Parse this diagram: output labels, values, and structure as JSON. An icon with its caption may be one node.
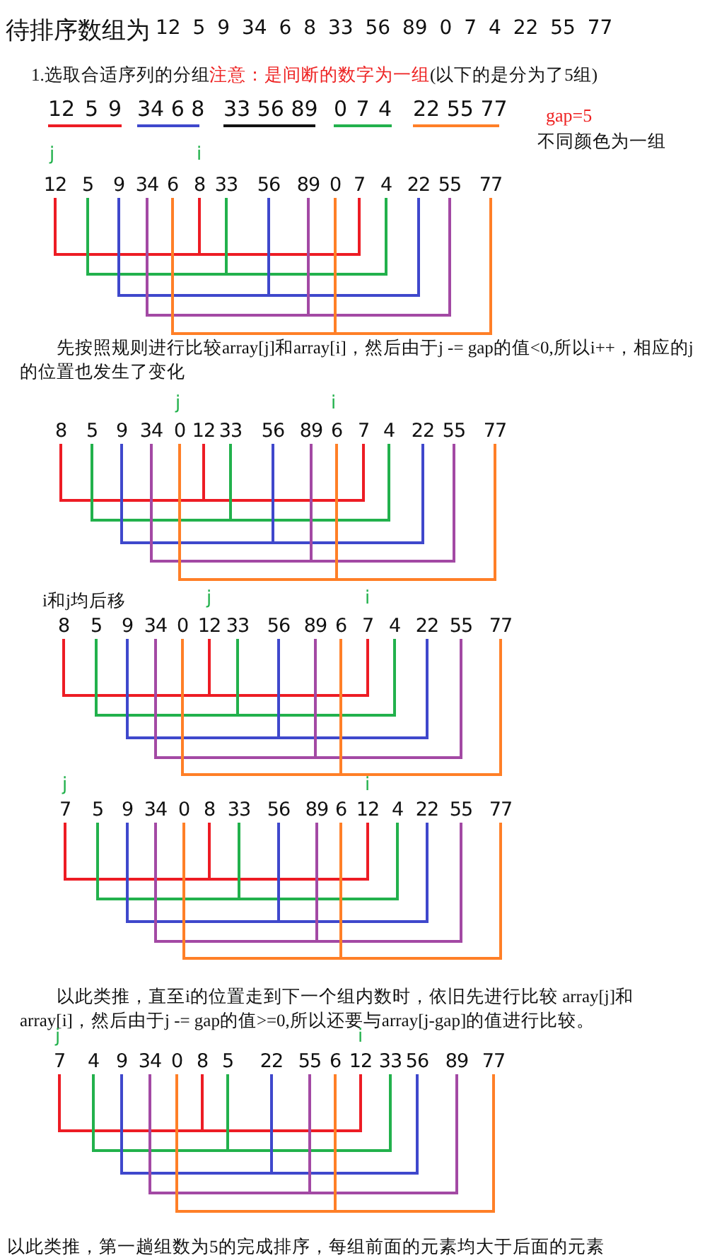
{
  "diagram": {
    "title": "待排序数组为",
    "nodes": [
      {
        "text": [
          "12"
        ]
      },
      {
        "text": [
          "5"
        ]
      },
      {
        "text": [
          "9"
        ]
      },
      {
        "text": [
          "34"
        ]
      },
      {
        "text": [
          "6"
        ]
      },
      {
        "text": [
          "8"
        ]
      },
      {
        "text": [
          "33"
        ]
      },
      {
        "text": [
          "56"
        ]
      },
      {
        "text": [
          "89"
        ]
      },
      {
        "text": [
          "0"
        ]
      },
      {
        "text": [
          "7"
        ]
      },
      {
        "text": [
          "4"
        ]
      },
      {
        "text": [
          "22"
        ]
      },
      {
        "text": [
          "55"
        ]
      },
      {
        "text": [
          "77"
        ]
      },
      {
        "text": [
          "8"
        ]
      },
      {
        "text": [
          "5"
        ]
      },
      {
        "text": [
          "9"
        ]
      },
      {
        "text": [
          "34"
        ]
      },
      {
        "text": [
          "0"
        ]
      },
      {
        "text": [
          "12"
        ]
      },
      {
        "text": [
          "33"
        ]
      },
      {
        "text": [
          "56"
        ]
      },
      {
        "text": [
          "89"
        ]
      },
      {
        "text": [
          "6"
        ]
      },
      {
        "text": [
          "7"
        ]
      },
      {
        "text": [
          "4"
        ]
      },
      {
        "text": [
          "22"
        ]
      },
      {
        "text": [
          "55"
        ]
      },
      {
        "text": [
          "77"
        ]
      },
      {
        "text": [
          "8"
        ]
      },
      {
        "text": [
          "5"
        ]
      },
      {
        "text": [
          "9"
        ]
      },
      {
        "text": [
          "34"
        ]
      },
      {
        "text": [
          "0"
        ]
      },
      {
        "text": [
          "12"
        ]
      },
      {
        "text": [
          "33"
        ]
      },
      {
        "text": [
          "56"
        ]
      },
      {
        "text": [
          "89"
        ]
      },
      {
        "text": [
          "6"
        ]
      },
      {
        "text": [
          "7"
        ]
      },
      {
        "text": [
          "4"
        ]
      },
      {
        "text": [
          "22"
        ]
      },
      {
        "text": [
          "55"
        ]
      },
      {
        "text": [
          "77"
        ]
      },
      {
        "text": [
          "7"
        ]
      },
      {
        "text": [
          "5"
        ]
      },
      {
        "text": [
          "9"
        ]
      },
      {
        "text": [
          "34"
        ]
      },
      {
        "text": [
          "0"
        ]
      },
      {
        "text": [
          "8"
        ]
      },
      {
        "text": [
          "33"
        ]
      },
      {
        "text": [
          "56"
        ]
      },
      {
        "text": [
          "89"
        ]
      },
      {
        "text": [
          "6"
        ]
      },
      {
        "text": [
          "12"
        ]
      },
      {
        "text": [
          "4"
        ]
      },
      {
        "text": [
          "22"
        ]
      },
      {
        "text": [
          "55"
        ]
      },
      {
        "text": [
          "77"
        ]
      },
      {
        "text": [
          "7"
        ]
      },
      {
        "text": [
          "4"
        ]
      },
      {
        "text": [
          "9"
        ]
      },
      {
        "text": [
          "34"
        ]
      },
      {
        "text": [
          "0"
        ]
      },
      {
        "text": [
          "8"
        ]
      },
      {
        "text": [
          "5"
        ]
      },
      {
        "text": [
          "22"
        ]
      },
      {
        "text": [
          "55"
        ]
      },
      {
        "text": [
          "6"
        ]
      },
      {
        "text": [
          "12"
        ]
      },
      {
        "text": [
          "33"
        ]
      },
      {
        "text": [
          "56"
        ]
      },
      {
        "text": [
          "89"
        ]
      },
      {
        "text": [
          "77"
        ]
      }
    ],
    "edges": [
      {
        "from": 0,
        "to": 5,
        "arrow": "none",
        "color": "#ed1c24"
      },
      {
        "from": 5,
        "to": 10,
        "arrow": "none",
        "color": "#ed1c24"
      },
      {
        "from": 1,
        "to": 6,
        "arrow": "none",
        "color": "#22b14c"
      },
      {
        "from": 6,
        "to": 11,
        "arrow": "none",
        "color": "#22b14c"
      },
      {
        "from": 2,
        "to": 7,
        "arrow": "none",
        "color": "#3f48cc"
      },
      {
        "from": 7,
        "to": 12,
        "arrow": "none",
        "color": "#3f48cc"
      },
      {
        "from": 3,
        "to": 8,
        "arrow": "none",
        "color": "#a349a4"
      },
      {
        "from": 8,
        "to": 13,
        "arrow": "none",
        "color": "#a349a4"
      },
      {
        "from": 4,
        "to": 9,
        "arrow": "none",
        "color": "#ff7f27"
      },
      {
        "from": 9,
        "to": 14,
        "arrow": "none",
        "color": "#ff7f27"
      },
      {
        "from": 15,
        "to": 20,
        "arrow": "none",
        "color": "#ed1c24"
      },
      {
        "from": 20,
        "to": 25,
        "arrow": "none",
        "color": "#ed1c24"
      },
      {
        "from": 16,
        "to": 21,
        "arrow": "none",
        "color": "#22b14c"
      },
      {
        "from": 21,
        "to": 26,
        "arrow": "none",
        "color": "#22b14c"
      },
      {
        "from": 17,
        "to": 22,
        "arrow": "none",
        "color": "#3f48cc"
      },
      {
        "from": 22,
        "to": 27,
        "arrow": "none",
        "color": "#3f48cc"
      },
      {
        "from": 18,
        "to": 23,
        "arrow": "none",
        "color": "#a349a4"
      },
      {
        "from": 23,
        "to": 28,
        "arrow": "none",
        "color": "#a349a4"
      },
      {
        "from": 19,
        "to": 24,
        "arrow": "none",
        "color": "#ff7f27"
      },
      {
        "from": 24,
        "to": 29,
        "arrow": "none",
        "color": "#ff7f27"
      },
      {
        "from": 30,
        "to": 35,
        "arrow": "none",
        "color": "#ed1c24"
      },
      {
        "from": 35,
        "to": 40,
        "arrow": "none",
        "color": "#ed1c24"
      },
      {
        "from": 31,
        "to": 36,
        "arrow": "none",
        "color": "#22b14c"
      },
      {
        "from": 36,
        "to": 41,
        "arrow": "none",
        "color": "#22b14c"
      },
      {
        "from": 32,
        "to": 37,
        "arrow": "none",
        "color": "#3f48cc"
      },
      {
        "from": 37,
        "to": 42,
        "arrow": "none",
        "color": "#3f48cc"
      },
      {
        "from": 33,
        "to": 38,
        "arrow": "none",
        "color": "#a349a4"
      },
      {
        "from": 38,
        "to": 43,
        "arrow": "none",
        "color": "#a349a4"
      },
      {
        "from": 34,
        "to": 39,
        "arrow": "none",
        "color": "#ff7f27"
      },
      {
        "from": 39,
        "to": 44,
        "arrow": "none",
        "color": "#ff7f27"
      },
      {
        "from": 45,
        "to": 50,
        "arrow": "none",
        "color": "#ed1c24"
      },
      {
        "from": 50,
        "to": 55,
        "arrow": "none",
        "color": "#ed1c24"
      },
      {
        "from": 46,
        "to": 51,
        "arrow": "none",
        "color": "#22b14c"
      },
      {
        "from": 51,
        "to": 56,
        "arrow": "none",
        "color": "#22b14c"
      },
      {
        "from": 47,
        "to": 52,
        "arrow": "none",
        "color": "#3f48cc"
      },
      {
        "from": 52,
        "to": 57,
        "arrow": "none",
        "color": "#3f48cc"
      },
      {
        "from": 48,
        "to": 53,
        "arrow": "none",
        "color": "#a349a4"
      },
      {
        "from": 53,
        "to": 58,
        "arrow": "none",
        "color": "#a349a4"
      },
      {
        "from": 49,
        "to": 54,
        "arrow": "none",
        "color": "#ff7f27"
      },
      {
        "from": 54,
        "to": 59,
        "arrow": "none",
        "color": "#ff7f27"
      },
      {
        "from": 60,
        "to": 65,
        "arrow": "none",
        "color": "#ed1c24"
      },
      {
        "from": 65,
        "to": 70,
        "arrow": "none",
        "color": "#ed1c24"
      },
      {
        "from": 61,
        "to": 66,
        "arrow": "none",
        "color": "#22b14c"
      },
      {
        "from": 66,
        "to": 71,
        "arrow": "none",
        "color": "#22b14c"
      },
      {
        "from": 62,
        "to": 67,
        "arrow": "none",
        "color": "#3f48cc"
      },
      {
        "from": 67,
        "to": 72,
        "arrow": "none",
        "color": "#3f48cc"
      },
      {
        "from": 63,
        "to": 68,
        "arrow": "none",
        "color": "#a349a4"
      },
      {
        "from": 68,
        "to": 73,
        "arrow": "none",
        "color": "#a349a4"
      },
      {
        "from": 64,
        "to": 69,
        "arrow": "none",
        "color": "#ff7f27"
      },
      {
        "from": 69,
        "to": 74,
        "arrow": "none",
        "color": "#ff7f27"
      }
    ],
    "labels": [
      "12 5 9 34 6 8 33 56 89 0 7 4 22 55 77",
      "1.选取合适序列的分组",
      "注意：是间断的数字为一组",
      "(以下的是分为了5组)",
      "12 5 9",
      "34 6 8",
      "33 56 89",
      "0 7 4",
      "22 55 77",
      "gap=5",
      "不同颜色为一组",
      "j",
      "i",
      "先按照规则进行比较array[j]和array[i]，然后由于j -= gap的值<0,所以i++，相应的j的位置也发生了变化",
      "j",
      "i",
      "i和j均后移",
      "j",
      "i",
      "j",
      "i",
      "以此类推，直至i的位置走到下一个组内数时，依旧先进行比较 array[j]和 array[i]，然后由于j -= gap的值>=0,所以还要与array[j-gap]的值进行比较。",
      "j",
      "i",
      "以此类推，第一趟组数为5的完成排序，每组前面的元素均大于后面的元素"
    ]
  }
}
